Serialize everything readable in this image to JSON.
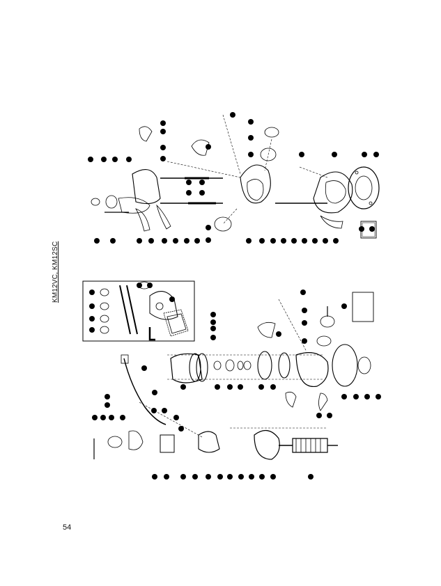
{
  "document": {
    "model_label": "KM12VC, KM12SC",
    "page_number": "54"
  },
  "icons": [
    "exploded-parts-diagram",
    "parts-accessory-box",
    "part-number-callout"
  ]
}
